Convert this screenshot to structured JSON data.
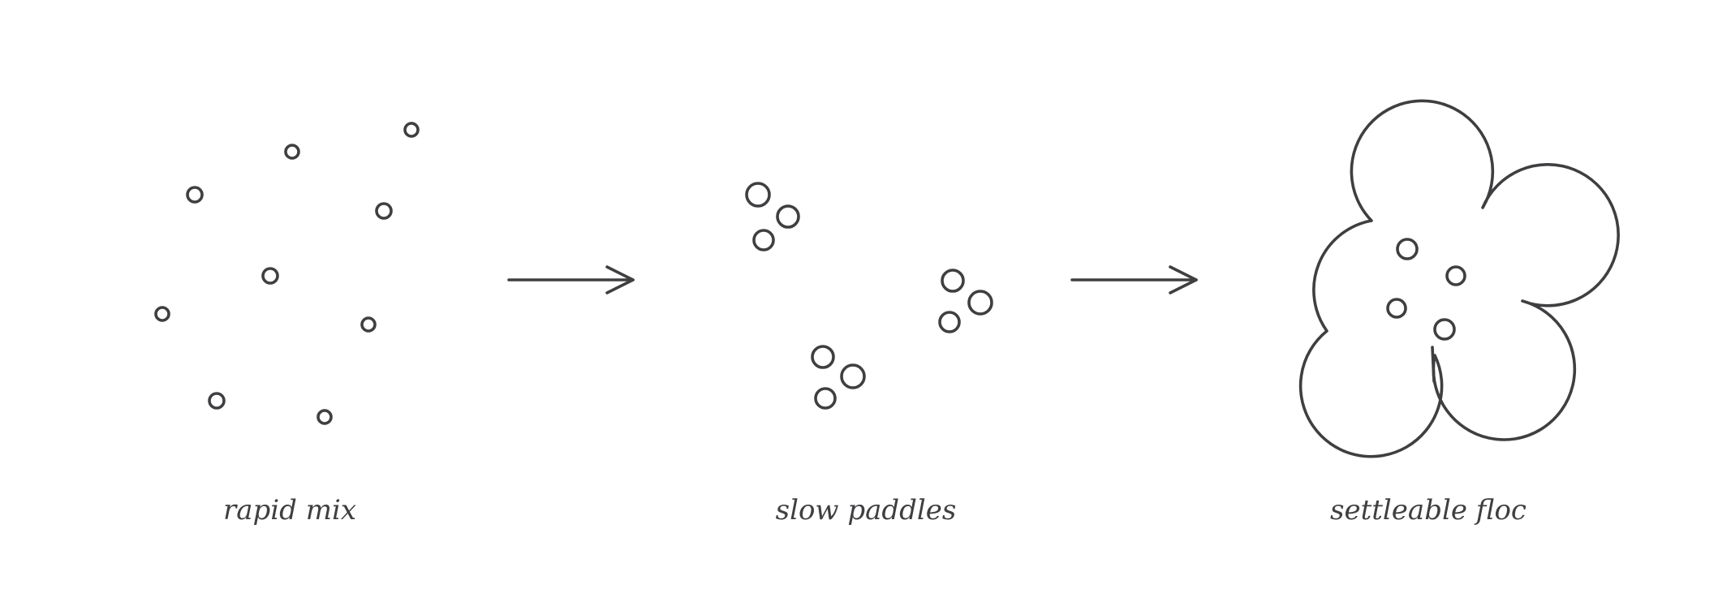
{
  "stages": [
    {
      "label": "rapid mix"
    },
    {
      "label": "slow paddles"
    },
    {
      "label": "settleable floc"
    }
  ],
  "colors": {
    "ink": "#3f3f42",
    "background": "#ffffff"
  }
}
